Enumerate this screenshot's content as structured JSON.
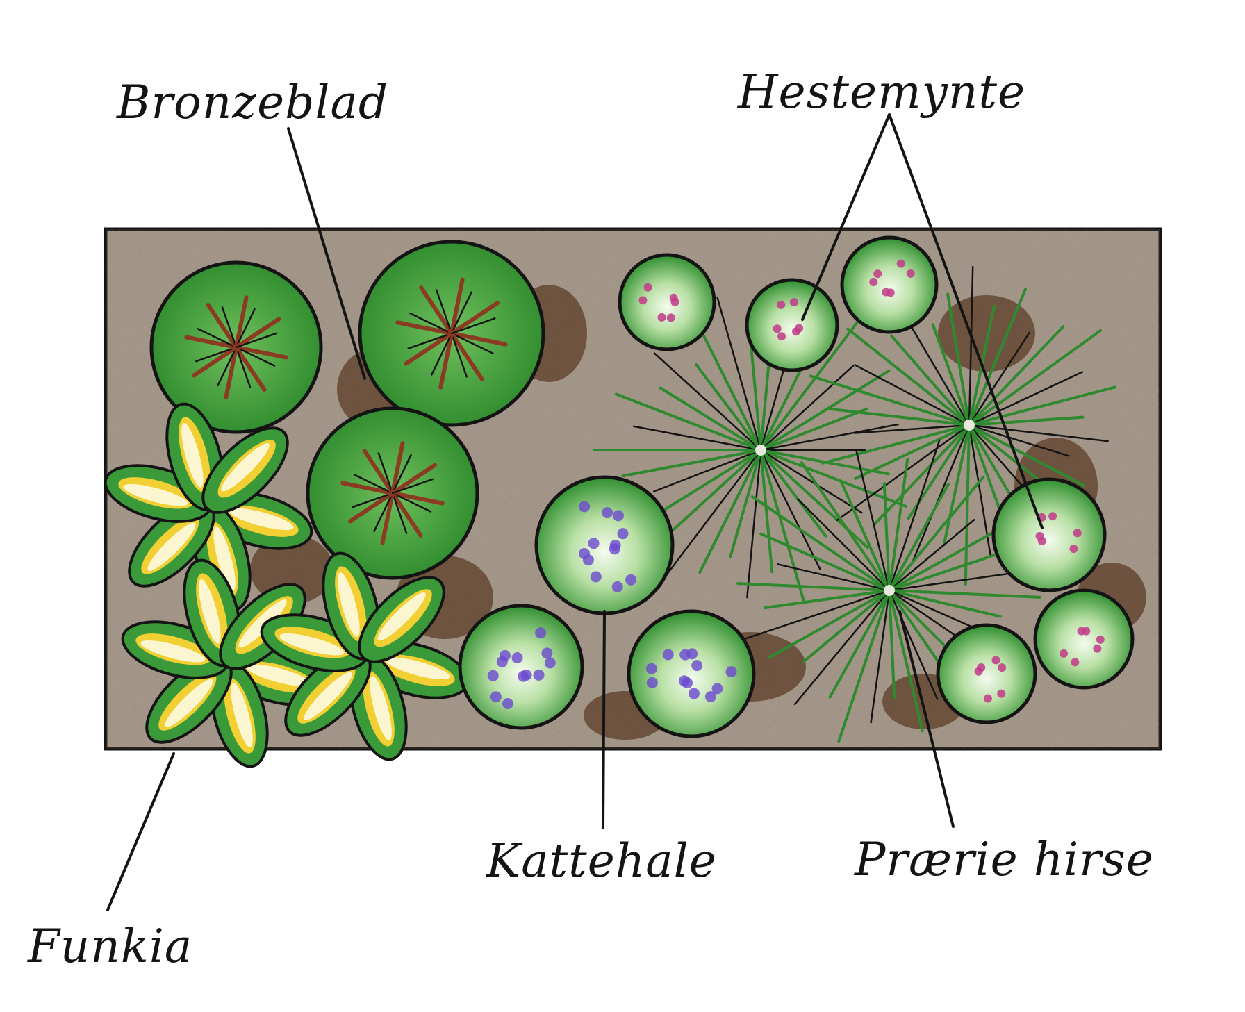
{
  "labels": {
    "bronzeblad": "Bronzeblad",
    "hestemynte": "Hestemynte",
    "funkia": "Funkia",
    "kattehale": "Kattehale",
    "praeriehirse": "Prærie hirse"
  },
  "colors": {
    "soil": "#a79c90",
    "soil_dark": "#5c3d27",
    "foliage": "#3a9a3a",
    "foliage_light": "#e9f5df",
    "outline": "#141414",
    "bronze_vein": "#8a3b22",
    "hosta_variegation": "#f2d033",
    "catmint_flower": "#6b4ad0",
    "mint_flower": "#c23a8a",
    "grass": "#2f8a2f"
  },
  "plants": [
    {
      "name": "Bronzeblad",
      "count": 3
    },
    {
      "name": "Funkia",
      "count": 3
    },
    {
      "name": "Kattehale",
      "count": 3
    },
    {
      "name": "Hestemynte",
      "count": 6
    },
    {
      "name": "Prærie hirse",
      "count": 3
    }
  ]
}
